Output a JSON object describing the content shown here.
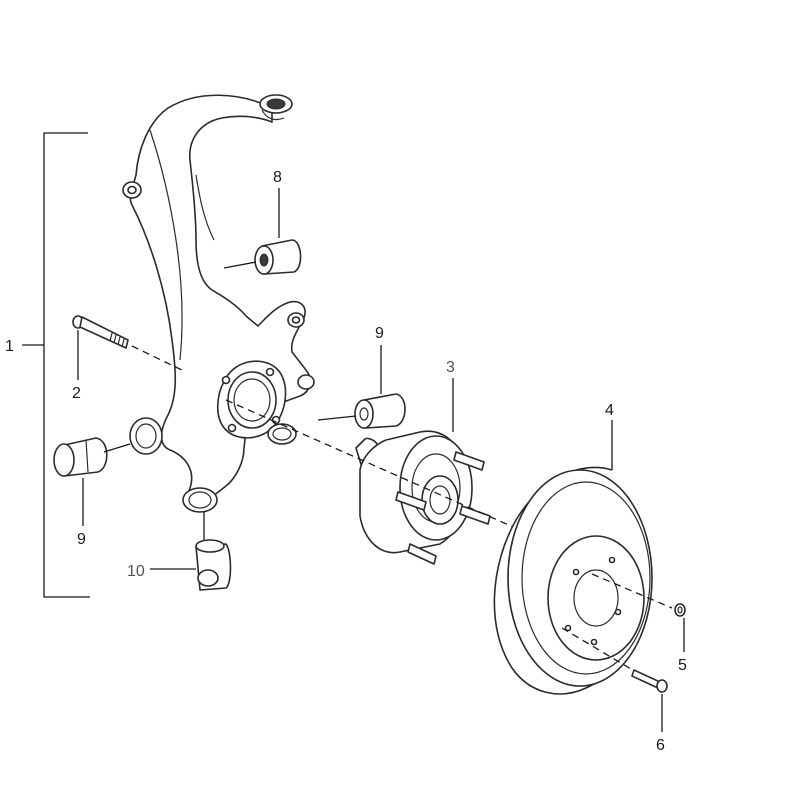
{
  "callouts": {
    "c1": "1",
    "c2": "2",
    "c3": "3",
    "c4": "4",
    "c5": "5",
    "c6": "6",
    "c8": "8",
    "c9_upper": "9",
    "c9_lower": "9",
    "c10": "10"
  },
  "colors": {
    "line": "#2b2b2b",
    "background": "#ffffff"
  }
}
